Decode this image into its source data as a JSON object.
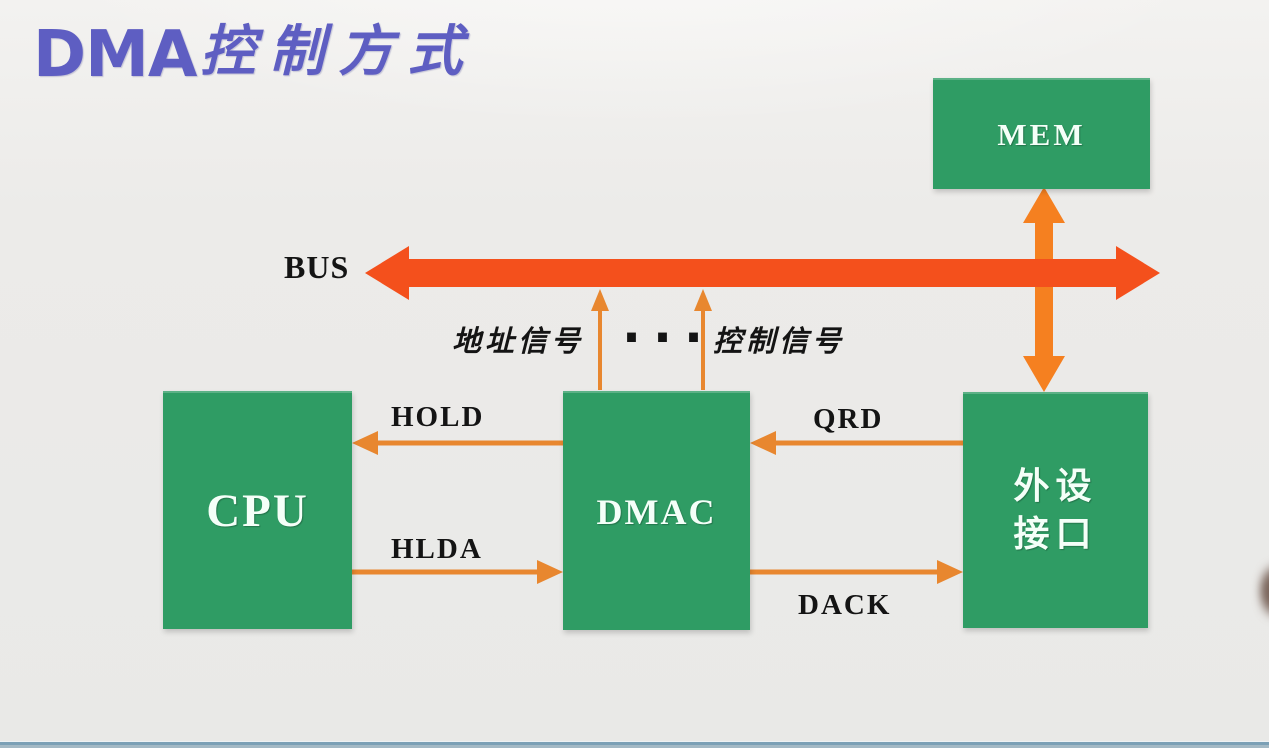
{
  "title": {
    "latin": "DMA",
    "chinese": "控制方式"
  },
  "bus": {
    "label": "BUS"
  },
  "boxes": {
    "mem": "MEM",
    "cpu": "CPU",
    "dmac": "DMAC",
    "peripheral_line1": "外设",
    "peripheral_line2": "接口"
  },
  "signals": {
    "hold": "HOLD",
    "hlda": "HLDA",
    "qrd": "QRD",
    "dack": "DACK",
    "address": "地址信号",
    "control": "控制信号",
    "ellipsis": "..."
  },
  "colors": {
    "box_green": "#2f9c64",
    "bus_orange": "#f4501c",
    "signal_arrow_orange": "#e8872f",
    "vertical_arrow_orange": "#f58020",
    "title_blue": "#5e5ec2",
    "label_black": "#141414",
    "background_gray": "#ecebe9",
    "bottom_bar_blue": "#7ba0b6"
  }
}
